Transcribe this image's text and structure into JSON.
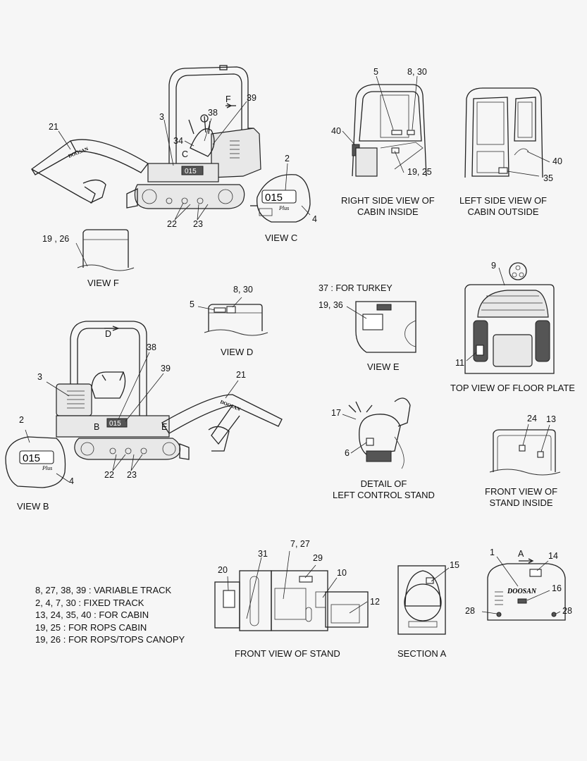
{
  "labels": {
    "top_excavator": {
      "n21": "21",
      "n3": "3",
      "nF": "F",
      "n39": "39",
      "n38": "38",
      "n34": "34",
      "nC": "C",
      "n2": "2",
      "n4": "4",
      "n22": "22",
      "n23": "23"
    },
    "view_f": {
      "n19_26": "19 , 26"
    },
    "right_cabin": {
      "n5": "5",
      "n8_30": "8, 30",
      "n40": "40",
      "n19_25": "19, 25"
    },
    "left_cabin": {
      "n40": "40",
      "n35": "35"
    },
    "view_d": {
      "n8_30": "8, 30",
      "n5": "5"
    },
    "view_e": {
      "n37": "37 : FOR TURKEY",
      "n19_36": "19, 36"
    },
    "floor_plate": {
      "n9": "9",
      "n11": "11"
    },
    "bottom_excavator": {
      "nD": "D",
      "n38": "38",
      "n3": "3",
      "n39": "39",
      "n21": "21",
      "n2": "2",
      "n4": "4",
      "nB": "B",
      "nE": "E",
      "n22": "22",
      "n23": "23"
    },
    "control_stand": {
      "n17": "17",
      "n6": "6"
    },
    "stand_inside": {
      "n24": "24",
      "n13": "13"
    },
    "front_stand": {
      "n20": "20",
      "n31": "31",
      "n7_27": "7, 27",
      "n29": "29",
      "n10": "10",
      "n12": "12"
    },
    "section_a": {
      "n15": "15"
    },
    "rear_cover": {
      "n1": "1",
      "nA": "A",
      "n14": "14",
      "n16": "16",
      "n28a": "28",
      "n28b": "28",
      "logo": "DOOSAN"
    }
  },
  "captions": {
    "view_c": "VIEW  C",
    "view_f": "VIEW  F",
    "right_side_1": "RIGHT SIDE VIEW OF",
    "right_side_2": "CABIN INSIDE",
    "left_side_1": "LEFT SIDE VIEW OF",
    "left_side_2": "CABIN OUTSIDE",
    "view_d": "VIEW  D",
    "view_e": "VIEW  E",
    "floor_plate": "TOP VIEW OF FLOOR PLATE",
    "view_b": "VIEW  B",
    "control_1": "DETAIL OF",
    "control_2": "LEFT CONTROL STAND",
    "stand_inside_1": "FRONT VIEW OF",
    "stand_inside_2": "STAND INSIDE",
    "front_stand": "FRONT VIEW OF STAND",
    "section_a": "SECTION A"
  },
  "legend": [
    "8, 27, 38, 39  :  VARIABLE TRACK",
    "2, 4, 7, 30  :  FIXED TRACK",
    "13, 24, 35, 40  :  FOR CABIN",
    "19, 25  :  FOR ROPS CABIN",
    "19, 26 : FOR ROPS/TOPS CANOPY"
  ],
  "decals": {
    "model": "015",
    "plus": "Plus",
    "boom_logo": "DOOSAN"
  }
}
